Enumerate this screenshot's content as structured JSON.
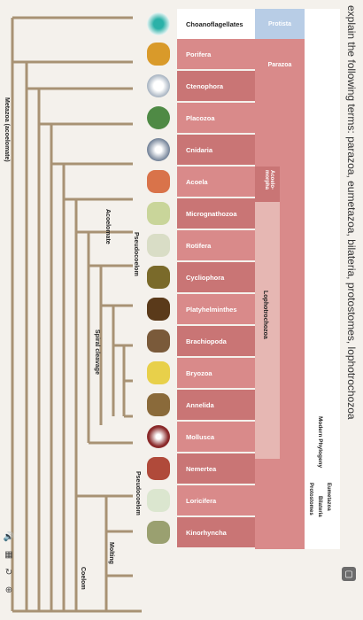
{
  "question": "explain the following terms: parazoa, eumetazoa, bilateria, protostomes, lophotrochozoa",
  "columns": {
    "protista": "Protista",
    "parazoa": "Parazoa",
    "acoelomorpha": "Acoelo-morpha",
    "lophotrochozoa": "Lophotrochozoa",
    "modern_phylogeny": "Modern Phylogeny",
    "eumetazoa": "Eumetazoa",
    "bilateria": "Bilateria",
    "protostomes": "Protostomes"
  },
  "taxa": [
    "Choanoflagellates",
    "Porifera",
    "Ctenophora",
    "Placozoa",
    "Cnidaria",
    "Acoela",
    "Micrognathozoa",
    "Rotifera",
    "Cycliophora",
    "Platyhelminthes",
    "Brachiopoda",
    "Bryozoa",
    "Annelida",
    "Mollusca",
    "Nemertea",
    "Loricifera",
    "Kinorhyncha"
  ],
  "tree_labels": {
    "metazoa": "Metazoa (acoelomate)",
    "acoelomate": "Acoelomate",
    "pseudocoelom_top": "Pseudocoelom",
    "spiral_cleavage": "Spiral cleavage",
    "pseudocoelom_bottom": "Pseudocoelom",
    "molting": "Molting",
    "coelom": "Coelom"
  },
  "colors": {
    "row_pink": "#d98a8a",
    "row_pink_dark": "#c97575",
    "protista_blue": "#b8cde6",
    "branch": "#a89274",
    "lophotrochozoa_bg": "#e6b7b3"
  },
  "icons": [
    "speaker-icon",
    "grid-icon",
    "refresh-icon",
    "globe-icon"
  ]
}
